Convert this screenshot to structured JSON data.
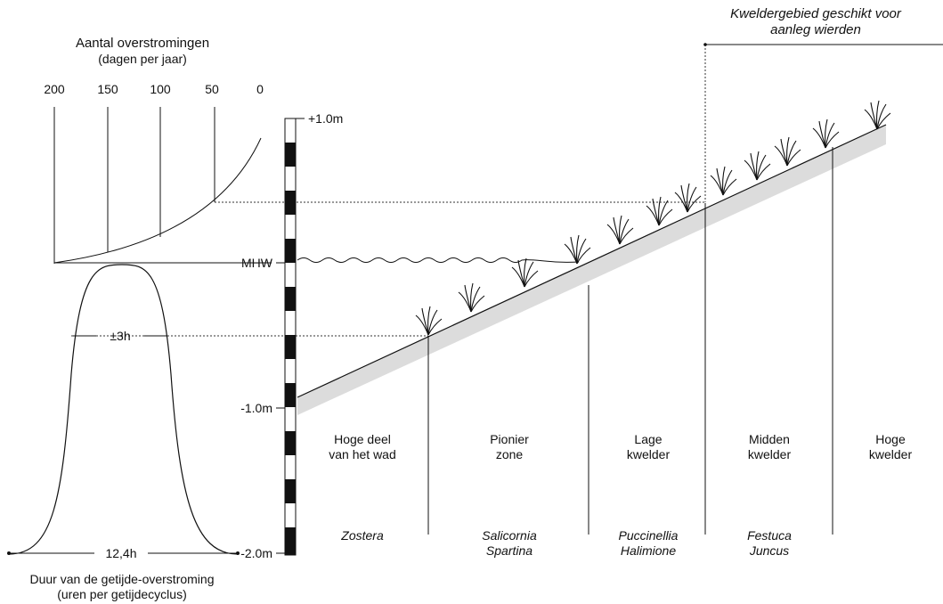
{
  "top_chart": {
    "title_line1": "Aantal overstromingen",
    "title_line2": "(dagen per jaar)",
    "ticks": [
      "200",
      "150",
      "100",
      "50",
      "0"
    ]
  },
  "bottom_chart": {
    "width_label": "±3h",
    "base_label": "12,4h",
    "title_line1": "Duur van de getijde-overstroming",
    "title_line2": "(uren per getijdecyclus)"
  },
  "scale": {
    "labels": [
      "+1.0m",
      "MHW",
      "-1.0m",
      "-2.0m"
    ]
  },
  "callout": {
    "line1": "Kweldergebied geschikt voor",
    "line2": "aanleg wierden"
  },
  "zones": [
    {
      "name_line1": "Hoge deel",
      "name_line2": "van het wad",
      "species_line1": "Zostera",
      "species_line2": ""
    },
    {
      "name_line1": "Pionier",
      "name_line2": "zone",
      "species_line1": "Salicornia",
      "species_line2": "Spartina"
    },
    {
      "name_line1": "Lage",
      "name_line2": "kwelder",
      "species_line1": "Puccinellia",
      "species_line2": "Halimione"
    },
    {
      "name_line1": "Midden",
      "name_line2": "kwelder",
      "species_line1": "Festuca",
      "species_line2": "Juncus"
    },
    {
      "name_line1": "Hoge",
      "name_line2": "kwelder",
      "species_line1": "",
      "species_line2": ""
    }
  ],
  "colors": {
    "ink": "#111111",
    "slope_shade": "#dcdcdc"
  }
}
